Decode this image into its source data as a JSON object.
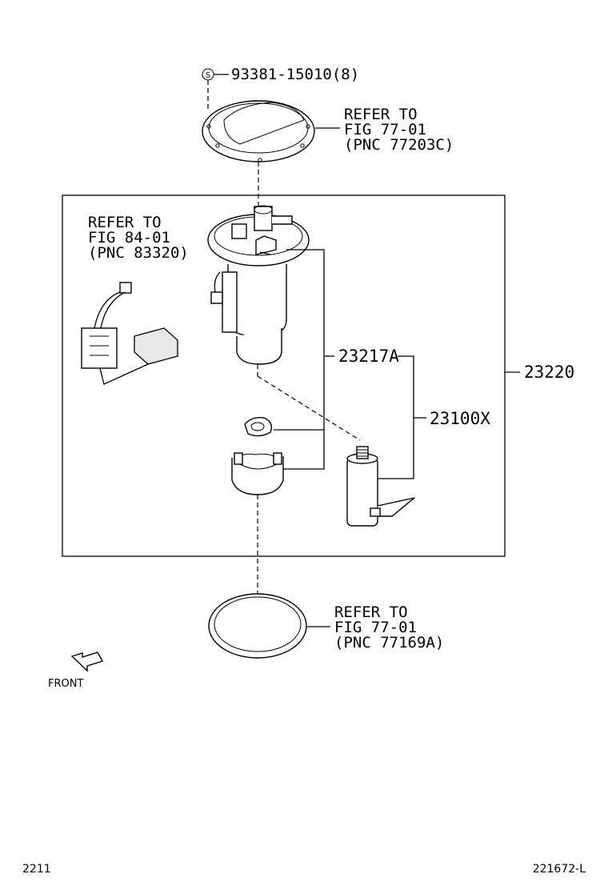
{
  "bolt": {
    "symbol": "S",
    "part_number": "93381-15010(8)"
  },
  "refer_top": {
    "line1": "REFER TO",
    "line2": "FIG 77-01",
    "line3": "(PNC 77203C)"
  },
  "refer_harness": {
    "line1": "REFER TO",
    "line2": "FIG 84-01",
    "line3": "(PNC 83320)"
  },
  "refer_gasket": {
    "line1": "REFER TO",
    "line2": "FIG 77-01",
    "line3": "(PNC 77169A)"
  },
  "parts": {
    "p23217a": "23217A",
    "p23100x": "23100X",
    "p23220": "23220"
  },
  "front_label": "FRONT",
  "footer": {
    "left_code": "2211",
    "right_code": "221672-L"
  }
}
